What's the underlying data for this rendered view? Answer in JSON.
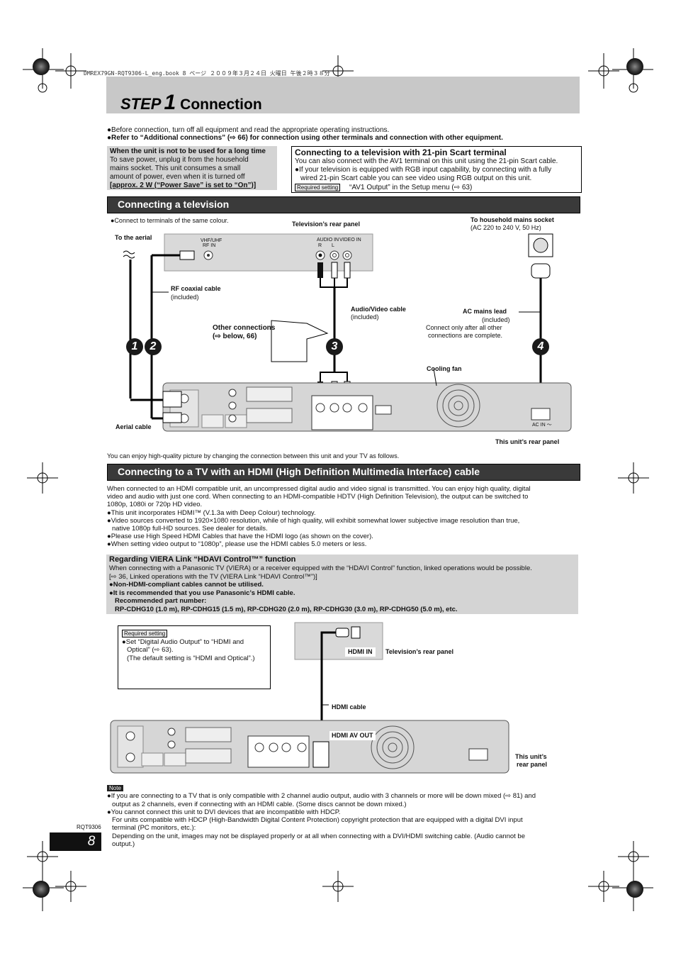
{
  "header": {
    "file_stamp": "DMREX79GN-RQT9306-L_eng.book  8 ページ  ２００９年３月２４日  火曜日  午後２時３８分"
  },
  "title": {
    "step_word": "STEP",
    "step_number": "1",
    "text": "Connection"
  },
  "intro": {
    "line1": "●Before connection, turn off all equipment and read the appropriate operating instructions.",
    "line2": "●Refer to “Additional connections” (⇨ 66) for connection using other terminals and connection with other equipment."
  },
  "long_time_box": {
    "heading": "When the unit is not to be used for a long time",
    "lines": [
      "To save power, unplug it from the household",
      "mains socket. This unit consumes a small",
      "amount of power, even when it is turned off"
    ],
    "emphasis": "[approx. 2 W (“Power Save” is set to “On”)]"
  },
  "scart_box": {
    "heading": "Connecting to a television with 21-pin Scart terminal",
    "line1": "You can also connect with the AV1 terminal on this unit using the 21-pin Scart cable.",
    "line2": "●If your television is equipped with RGB input capability, by connecting with a fully",
    "line3": "wired 21-pin Scart cable you can see video using RGB output on this unit.",
    "req_tag": "Required setting",
    "req_text": "“AV1 Output” in the Setup menu (⇨ 63)"
  },
  "tv_section": {
    "bar_title": "Connecting a television",
    "connect_note": "●Connect to terminals of the same colour.",
    "tv_rear": "Television’s rear panel",
    "mains_title": "To household mains socket",
    "mains_sub": "(AC 220 to 240 V, 50 Hz)",
    "aerial_to": "To the aerial",
    "vhf_label": "VHF/UHF",
    "rf_in": "RF IN",
    "audio_in": "AUDIO IN",
    "video_in": "VIDEO IN",
    "r": "R",
    "l": "L",
    "rf_cable": "RF coaxial cable",
    "rf_included": "(included)",
    "av_cable": "Audio/Video cable",
    "av_included": "(included)",
    "ac_lead": "AC mains lead",
    "ac_included": "(included)",
    "ac_note1": "Connect only after all other",
    "ac_note2": "connections are complete.",
    "other_conn1": "Other connections",
    "other_conn2": "(⇨ below, 66)",
    "cooling_fan": "Cooling fan",
    "aerial_cable": "Aerial cable",
    "unit_rear": "This unit’s rear panel",
    "ac_in": "AC IN ～",
    "badges": [
      "1",
      "2",
      "3",
      "4"
    ],
    "footer_line": "You can enjoy high-quality picture by changing the connection between this unit and your TV as follows."
  },
  "hdmi_section": {
    "bar_title": "Connecting to a TV with an HDMI (High Definition Multimedia Interface) cable",
    "p1": "When connected to an HDMI compatible unit, an uncompressed digital audio and video signal is transmitted. You can enjoy high quality, digital",
    "p2": "video and audio with just one cord. When connecting to an HDMI-compatible HDTV (High Definition Television), the output can be switched to",
    "p3": "1080p, 1080i or 720p HD video.",
    "b1": "●This unit incorporates HDMI™ (V.1.3a with Deep Colour) technology.",
    "b2": "●Video sources converted to 1920×1080 resolution, while of high quality, will exhibit somewhat lower subjective image resolution than true,",
    "b2b": "native 1080p full-HD sources. See dealer for details.",
    "b3": "●Please use High Speed HDMI Cables that have the HDMI logo (as shown on the cover).",
    "b4": "●When setting video output to “1080p”, please use the HDMI cables 5.0 meters or less."
  },
  "viera_box": {
    "heading": "Regarding VIERA Link “HDAVI Control™” function",
    "l1": "When connecting with a Panasonic TV (VIERA) or a receiver equipped with the “HDAVI Control” function, linked operations would be possible.",
    "l2": "[⇨ 36, Linked operations with the TV (VIERA Link “HDAVI Control™”)]",
    "l3": "●Non-HDMI-compliant cables cannot be utilised.",
    "l4": "●It is recommended that you use Panasonic’s HDMI cable.",
    "l5": "Recommended part number:",
    "l6": "RP-CDHG10 (1.0 m), RP-CDHG15 (1.5 m), RP-CDHG20 (2.0 m), RP-CDHG30 (3.0 m), RP-CDHG50 (5.0 m), etc."
  },
  "hdmi_diagram": {
    "req_tag": "Required setting",
    "req_l1": "●Set “Digital Audio Output” to “HDMI and",
    "req_l2": "Optical” (⇨ 63).",
    "req_l3": "(The default setting is “HDMI and Optical”.)",
    "hdmi_in": "HDMI IN",
    "tv_rear": "Television’s rear panel",
    "hdmi_cable": "HDMI cable",
    "hdmi_av_out": "HDMI AV OUT",
    "unit_rear1": "This unit’s",
    "unit_rear2": "rear panel"
  },
  "note": {
    "tag": "Note",
    "n1": "●If you are connecting to a TV that is only compatible with 2 channel audio output, audio with 3 channels or more will be down mixed (⇨ 81) and",
    "n1b": "output as 2 channels, even if connecting with an HDMI cable. (Some discs cannot be down mixed.)",
    "n2": "●You cannot connect this unit to DVI devices that are incompatible with HDCP.",
    "n2b": "For units compatible with HDCP (High-Bandwidth Digital Content Protection) copyright protection that are equipped with a digital DVI input",
    "n2c": "terminal (PC monitors, etc.):",
    "n2d": "Depending on the unit, images may not be displayed properly or at all when connecting with a DVI/HDMI switching cable. (Audio cannot be",
    "n2e": "output.)"
  },
  "footer": {
    "doc_code": "RQT9306",
    "page_number": "8"
  }
}
